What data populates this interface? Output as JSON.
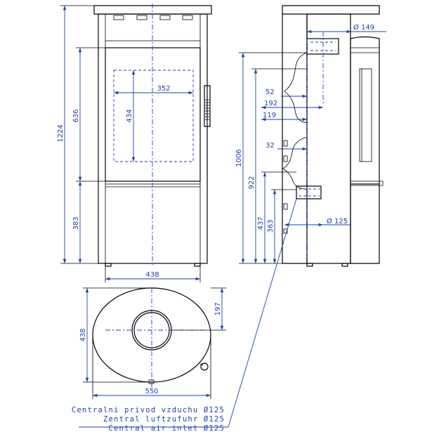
{
  "dimensions": {
    "front_total_height": "1224",
    "front_door_height": "636",
    "front_base_height": "383",
    "front_width": "438",
    "glass_width": "352",
    "glass_height": "434",
    "side_total_height": "1006",
    "side_height_922": "922",
    "side_height_437": "437",
    "side_height_363": "363",
    "outlet_top_diameter": "Ø 149",
    "inlet_diameter": "Ø 125",
    "offset_52": "52",
    "offset_192": "192",
    "offset_119": "119",
    "offset_32": "32",
    "top_depth": "438",
    "top_width": "550",
    "top_offset": "197"
  },
  "legend": [
    "Centralni privod vzduchu Ø125",
    "Zentral luftzufuhr Ø125",
    "Central air inlet Ø125"
  ],
  "colors": {
    "dimension": "#1f3fa8",
    "outline": "#000000"
  }
}
